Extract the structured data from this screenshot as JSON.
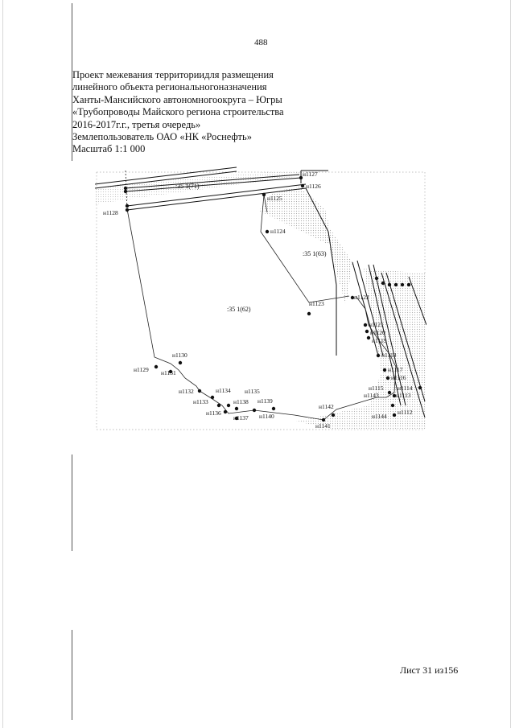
{
  "page_number": "488",
  "title": {
    "lines": [
      "Проект межевания территориидля размещения",
      "линейного объекта региональногоназначения",
      "Ханты-Мансийского автономногоокруга – Югры",
      "«Трубопроводы Майского региона строительства",
      "2016-2017г.г., третья очередь»",
      "Землепользователь ОАО «НК «Роснефть»",
      "Масштаб 1:1 000"
    ]
  },
  "map": {
    "parcels": [
      ":35 1(71)",
      ":35 1(63)",
      ":35 1(62)"
    ],
    "points": [
      "н1127",
      "н1126",
      "н1125",
      "н1128",
      "н1124",
      "н1123",
      "н1122",
      "н1121",
      "н1120",
      "н1119",
      "н1118",
      "н1117",
      "н1116",
      "н1115",
      "н1114",
      "н1143",
      "н1113",
      "н1144",
      "н1112",
      "н1142",
      "н1141",
      "н1130",
      "н1129",
      "н1131",
      "н1132",
      "н1134",
      "н1135",
      "н1133",
      "н1138",
      "н1139",
      "н1136",
      "н1137",
      "н1140"
    ]
  },
  "footer": {
    "sheet": "Лист 31 из156"
  }
}
